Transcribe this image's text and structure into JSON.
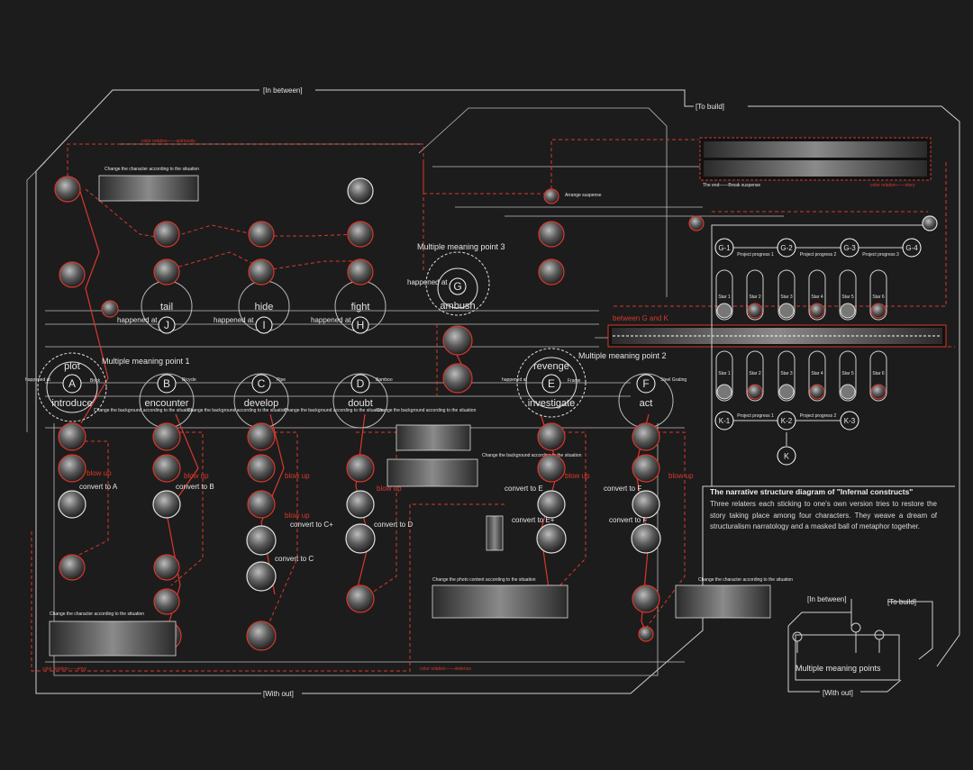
{
  "frame": {
    "in_between": "[In between]",
    "to_build": "[To build]",
    "with_out": "[With out]"
  },
  "meaning_points": {
    "p1": "Multiple meaning point 1",
    "p2": "Multiple meaning point 2",
    "p3": "Multiple meaning point 3"
  },
  "nodes": [
    {
      "letter": "A",
      "word": "introduce",
      "top": "plot",
      "prop": "Brick",
      "convert": "convert to A",
      "happened": "happened at"
    },
    {
      "letter": "B",
      "word": "encounter",
      "prop": "Bicycle",
      "convert": "convert to B"
    },
    {
      "letter": "C",
      "word": "develop",
      "prop": "Pipe",
      "convert": "convert to C",
      "convert2": "convert to C+"
    },
    {
      "letter": "D",
      "word": "doubt",
      "prop": "Bamboo",
      "convert": "convert to D"
    },
    {
      "letter": "E",
      "word": "investigate",
      "top": "revenge",
      "prop": "Frame",
      "convert": "convert to E",
      "convert2": "convert to E+",
      "happened": "happened at"
    },
    {
      "letter": "F",
      "word": "act",
      "prop": "Steel Grating",
      "convert": "convert to F",
      "convert2": "convert to F"
    }
  ],
  "upper_nodes": [
    {
      "letter": "J",
      "word": "tail",
      "happened": "happened at"
    },
    {
      "letter": "I",
      "word": "hide",
      "happened": "happened at"
    },
    {
      "letter": "H",
      "word": "fight",
      "happened": "happened at"
    },
    {
      "letter": "G",
      "word": "ambush",
      "happened": "happened at"
    }
  ],
  "labels": {
    "blow_up": "blow up",
    "change_bg": "Change the background according to the situation",
    "change_char": "Change the character according to the situation",
    "change_photo": "Change the photo content according to the situation",
    "arrange_suspense": "Arrange suspense",
    "break_suspense": "The end——Break suspense",
    "color_relation_animosity": "color relation——animosity",
    "color_relation_envy": "color relation——envy",
    "color_relation_violence": "color relation——violence",
    "color_relation_story": "color relation——story",
    "between_g_k": "between G and K"
  },
  "progress": {
    "top_nodes": [
      "G-1",
      "G-2",
      "G-3",
      "G-4"
    ],
    "top_labels": [
      "Project progress 1",
      "Project progress 2",
      "Project progress 3"
    ],
    "bottom_nodes": [
      "K-1",
      "K-2",
      "K-3"
    ],
    "bottom_labels": [
      "Project progress 1",
      "Project progress 2"
    ],
    "final": "K",
    "stars_top": [
      "Star 1",
      "Star 2",
      "Star 3",
      "Star 4",
      "Star 5",
      "Star 6"
    ],
    "stars_bottom": [
      "Star 1",
      "Star 2",
      "Star 3",
      "Star 4",
      "Star 5",
      "Star 6"
    ]
  },
  "info": {
    "title": "The narrative structure diagram of \"Infernal constructs\"",
    "body": "Three relaters each sticking to one's own version tries to restore the story taking place among four characters. They weave a dream of structuralism narratology and a masked ball of metaphor together."
  },
  "legend": {
    "in_between": "[In between]",
    "to_build": "[To build]",
    "with_out": "[With out]",
    "label": "Multiple meaning points"
  },
  "colors": {
    "background": "#1c1c1c",
    "line": "#d8d8d8",
    "accent": "#d9382c"
  }
}
